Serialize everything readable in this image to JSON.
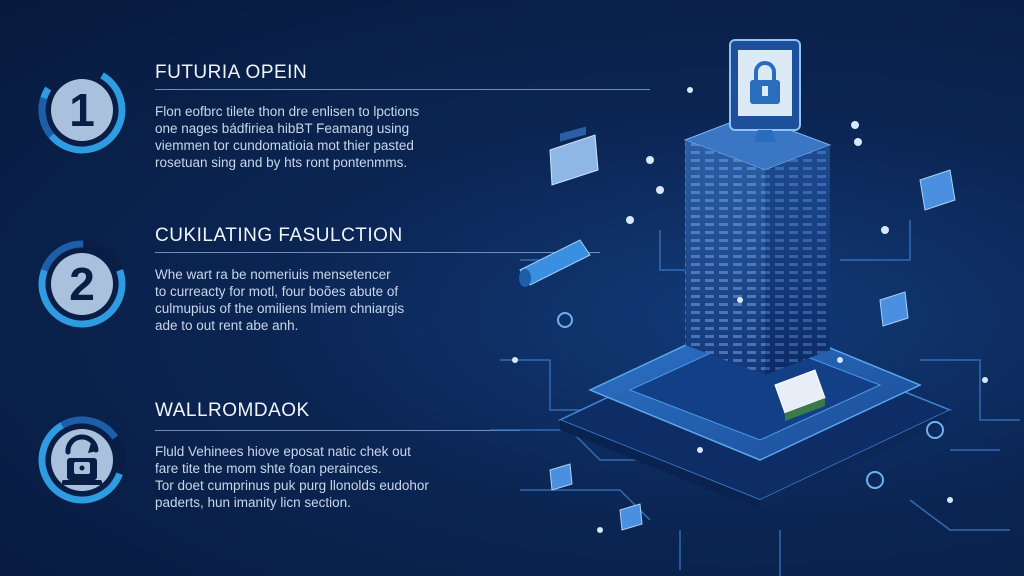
{
  "steps": [
    {
      "number": "1",
      "title": "FUTURIA OPEIN",
      "lines": [
        "Flon eofbrc tilete thon dre enlisen to lpctions",
        "one nages bádfiriea hibBT Feamang using",
        "viemmen tor cundomatioia mot thier pasted",
        "rosetuan sing and by hts ront pontenmms."
      ],
      "icon": "number-badge"
    },
    {
      "number": "2",
      "title": "CUKILATING FASULCTION",
      "lines": [
        "Whe wart ra be nomeriuis mensetencer",
        "to curreacty for motl, four boões abute of",
        "culmupius of the omiliens lmiem chniargis",
        "ade to out rent abe anh."
      ],
      "icon": "number-badge"
    },
    {
      "number": "",
      "title": "WALLROMDAOK",
      "lines": [
        "Fluld Vehinees hiove eposat natic chek out",
        "fare tite the mom shte foan perainces.",
        "Tor doet cumprinus puk purg llonolds eudohor",
        "paderts, hun imanity licn section."
      ],
      "icon": "padlock-refresh-icon"
    }
  ],
  "colors": {
    "background": "#0b2553",
    "accent": "#2f9be0",
    "badge_fill": "#a9c1dc",
    "text": "#dce8f7"
  }
}
